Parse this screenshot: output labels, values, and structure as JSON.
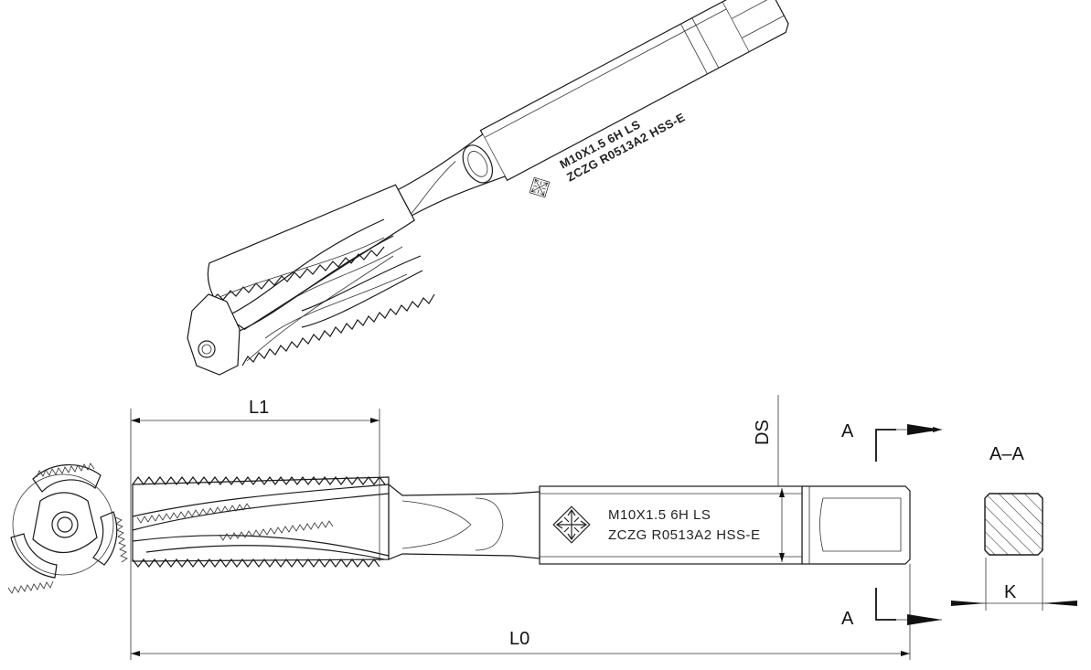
{
  "marking": {
    "line1": "M10X1.5  6H  LS",
    "line2": "ZCZG  R0513A2  HSS-E"
  },
  "dimensions": {
    "l1": "L1",
    "l0": "L0",
    "ds": "DS",
    "k": "K",
    "section_mark": "A",
    "section_title": "A–A"
  },
  "icons": {
    "logo": "zczg-arrows-logo"
  }
}
